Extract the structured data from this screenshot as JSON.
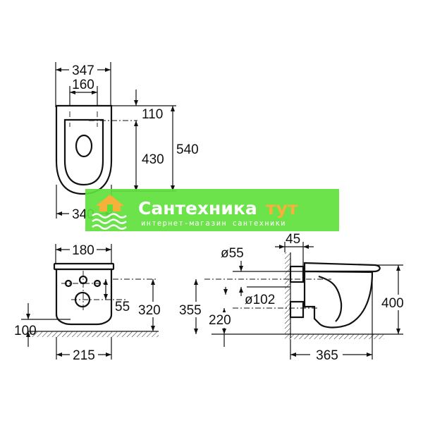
{
  "top_view": {
    "width_overall": "347",
    "fixing_spacing": "160",
    "bottom_width": "340",
    "offset_110": "110",
    "fixing_to_front": "430",
    "overall_length": "540"
  },
  "front_view": {
    "width": "180",
    "height_55": "55",
    "height_320": "320",
    "floor_to_outlet": "100",
    "base_width": "215"
  },
  "side_view": {
    "wall_projection": "45",
    "inlet_diameter": "ø55",
    "outlet_diameter": "ø102",
    "inlet_height": "355",
    "outlet_height": "220",
    "rim_height": "400",
    "projection": "365"
  },
  "watermark": {
    "title": "Сантехника",
    "title_accent": "тут",
    "subtitle": "интернет-магазин сантехники",
    "colors": {
      "band": "#5fdf3c",
      "accent": "#f7b03a",
      "text": "#ffffff"
    }
  }
}
